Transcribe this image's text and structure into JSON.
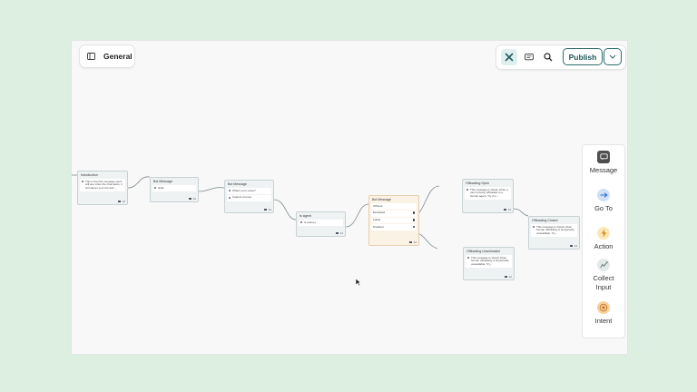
{
  "header": {
    "title": "General"
  },
  "toolbar": {
    "publish_label": "Publish"
  },
  "nodes": [
    {
      "title": "Introduction",
      "rows": [
        "This is the first message users will see when the chat starts, it introduces your bot and..."
      ]
    },
    {
      "title": "Bot Message",
      "rows": [
        "Hello"
      ]
    },
    {
      "title": "Bot Message",
      "rows": [
        "What's your name?",
        "Capture {name}"
      ]
    },
    {
      "title": "Is agent",
      "rows": [
        "Is {name}"
      ]
    },
    {
      "title": "Bot Message",
      "rows": [
        "Offhook",
        "Escalated",
        "Failed",
        "Disabled"
      ]
    },
    {
      "title": "Offloading Open",
      "rows": [
        "This message is shown when a user is being offloaded to a human agent. Try it in..."
      ]
    },
    {
      "title": "Offloading Unanimated",
      "rows": [
        "This message is shown when human offloading is temporarily unavailable. Try..."
      ]
    },
    {
      "title": "Offloading Closed",
      "rows": [
        "This message is shown when human offloading is temporarily unavailable. Try..."
      ]
    }
  ],
  "node_footer_count": "12",
  "side_panel": [
    {
      "label": "Message",
      "icon": "message-icon",
      "color": "#555555"
    },
    {
      "label": "Go To",
      "icon": "arrow-right-icon",
      "color": "#2f6fd0"
    },
    {
      "label": "Action",
      "icon": "lightning-icon",
      "color": "#d98a16"
    },
    {
      "label": "Collect Input",
      "icon": "collect-input-icon",
      "color": "#6b7a7a"
    },
    {
      "label": "Intent",
      "icon": "target-icon",
      "color": "#c9782a"
    }
  ]
}
